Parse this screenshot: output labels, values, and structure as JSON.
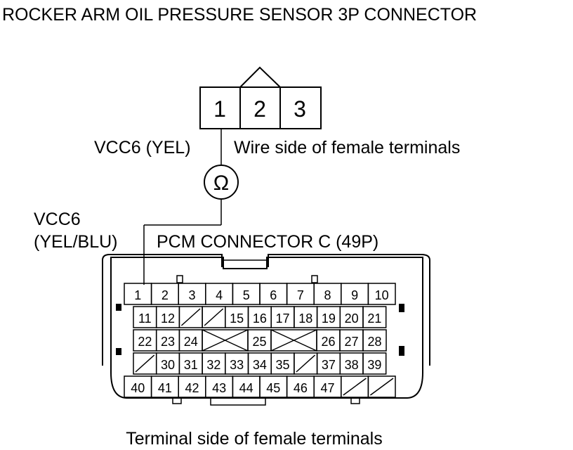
{
  "title": "ROCKER ARM OIL PRESSURE SENSOR 3P CONNECTOR",
  "sensor_connector": {
    "terminals": [
      "1",
      "2",
      "3"
    ],
    "view_label": "Wire side of female terminals"
  },
  "wire_top_label": "VCC6 (YEL)",
  "meter_symbol": "Ω",
  "wire_bottom_label_line1": "VCC6",
  "wire_bottom_label_line2": "(YEL/BLU)",
  "pcm_connector": {
    "label": "PCM CONNECTOR C (49P)",
    "row1": [
      "1",
      "2",
      "3",
      "4",
      "5",
      "6",
      "7",
      "8",
      "9",
      "10"
    ],
    "row2": [
      "11",
      "12",
      "",
      "",
      "15",
      "16",
      "17",
      "18",
      "19",
      "20",
      "21"
    ],
    "row3": [
      "22",
      "23",
      "24",
      "25",
      "26",
      "27",
      "28"
    ],
    "row4": [
      "",
      "30",
      "31",
      "32",
      "33",
      "34",
      "35",
      "",
      "37",
      "38",
      "39"
    ],
    "row5": [
      "40",
      "41",
      "42",
      "43",
      "44",
      "45",
      "46",
      "47",
      "",
      ""
    ],
    "view_label": "Terminal side of female terminals"
  }
}
